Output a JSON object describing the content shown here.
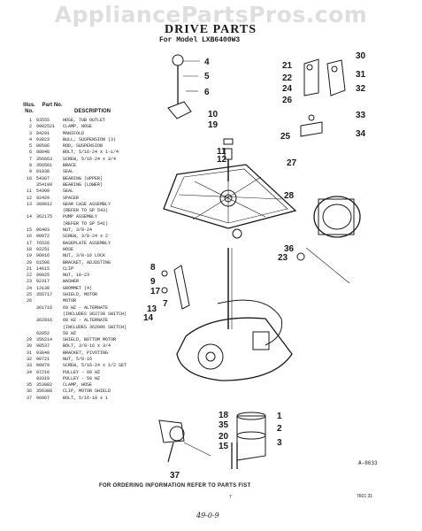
{
  "watermark": "AppliancePartsPros.com",
  "header": {
    "title": "DRIVE PARTS",
    "model": "For Model LXB6400W3"
  },
  "table": {
    "col_illus": "Illus. No.",
    "col_part": "Part No.",
    "col_desc": "DESCRIPTION",
    "rows": [
      {
        "no": "1",
        "part": "93555",
        "desc": "HOSE, TUB OUTLET"
      },
      {
        "no": "2",
        "part": "9902521",
        "desc": "CLAMP, HOSE"
      },
      {
        "no": "3",
        "part": "84291",
        "desc": "MANIFOLD"
      },
      {
        "no": "4",
        "part": "93023",
        "desc": "BULL, SUSPENSION (3)"
      },
      {
        "no": "5",
        "part": "80586",
        "desc": "ROD, SUSPENSION"
      },
      {
        "no": "6",
        "part": "98048",
        "desc": "BOLT, 5/16-24 x 1-1/4"
      },
      {
        "no": "7",
        "part": "356663",
        "desc": "SCREW, 5/16-24 x 3/4"
      },
      {
        "no": "8",
        "part": "356581",
        "desc": "BRACE"
      },
      {
        "no": "9",
        "part": "91938",
        "desc": "SEAL"
      },
      {
        "no": "10",
        "part": "54307",
        "desc": "BEARING (UPPER)"
      },
      {
        "no": "",
        "part": "354199",
        "desc": "BEARING (LOWER)"
      },
      {
        "no": "11",
        "part": "54309",
        "desc": "SEAL"
      },
      {
        "no": "12",
        "part": "92429",
        "desc": "SPACER"
      },
      {
        "no": "13",
        "part": "389012",
        "desc": "GEAR CASE ASSEMBLY"
      },
      {
        "no": "",
        "part": "",
        "desc": "(REFER TO SP 543)"
      },
      {
        "no": "14",
        "part": "362175",
        "desc": "PUMP ASSEMBLY"
      },
      {
        "no": "",
        "part": "",
        "desc": "(REFER TO SP 541)"
      },
      {
        "no": "15",
        "part": "96403",
        "desc": "NUT, 3/8-24"
      },
      {
        "no": "16",
        "part": "90872",
        "desc": "SCREW, 3/8-24 x 2"
      },
      {
        "no": "17",
        "part": "76526",
        "desc": "BASEPLATE ASSEMBLY"
      },
      {
        "no": "18",
        "part": "92251",
        "desc": "HOSE"
      },
      {
        "no": "19",
        "part": "96016",
        "desc": "NUT, 3/8-16 LOCK"
      },
      {
        "no": "20",
        "part": "61586",
        "desc": "BRACKET, ADJUSTING"
      },
      {
        "no": "21",
        "part": "14615",
        "desc": "CLIP"
      },
      {
        "no": "22",
        "part": "90025",
        "desc": "NUT, 10-23"
      },
      {
        "no": "23",
        "part": "92317",
        "desc": "WASHER"
      },
      {
        "no": "24",
        "part": "13138",
        "desc": "GROMMET (4)"
      },
      {
        "no": "25",
        "part": "356717",
        "desc": "SHIELD, MOTOR"
      },
      {
        "no": "26",
        "part": "",
        "desc": "MOTOR"
      },
      {
        "no": "",
        "part": "361716",
        "desc": "60 HZ - ALTERNATE"
      },
      {
        "no": "",
        "part": "",
        "desc": "(INCLUDES 362738 SWITCH)"
      },
      {
        "no": "",
        "part": "362016",
        "desc": "60 HZ - ALTERNATE"
      },
      {
        "no": "",
        "part": "",
        "desc": "(INCLUDES 362086 SWITCH)"
      },
      {
        "no": "",
        "part": "62052",
        "desc": "50 HZ"
      },
      {
        "no": "29",
        "part": "356214",
        "desc": "SHIELD, BOTTOM MOTOR"
      },
      {
        "no": "30",
        "part": "98537",
        "desc": "BOLT, 3/8-16 x 3/4"
      },
      {
        "no": "31",
        "part": "93848",
        "desc": "BRACKET, PIVOTING"
      },
      {
        "no": "32",
        "part": "90721",
        "desc": "NUT, 5/8-16"
      },
      {
        "no": "33",
        "part": "90879",
        "desc": "SCREW, 5/16-24 x 1/2 SET"
      },
      {
        "no": "34",
        "part": "97216",
        "desc": "PULLEY - 60 HZ"
      },
      {
        "no": "",
        "part": "93319",
        "desc": "PULLEY - 50 HZ"
      },
      {
        "no": "35",
        "part": "353082",
        "desc": "CLAMP, HOSE"
      },
      {
        "no": "36",
        "part": "356388",
        "desc": "CLIP, MOTOR SHIELD"
      },
      {
        "no": "37",
        "part": "96867",
        "desc": "BOLT, 5/16-18 x 1"
      }
    ]
  },
  "callouts": [
    "4",
    "5",
    "6",
    "10",
    "19",
    "11",
    "12",
    "8",
    "9",
    "17",
    "7",
    "13",
    "14",
    "18",
    "35",
    "20",
    "15",
    "37",
    "1",
    "2",
    "3",
    "21",
    "22",
    "24",
    "26",
    "25",
    "27",
    "28",
    "36",
    "23",
    "30",
    "31",
    "32",
    "33",
    "34"
  ],
  "drawing_number": "A-8633",
  "footer": "FOR ORDERING INFORMATION REFER TO PARTS FIST",
  "page_number": "7",
  "code": "7601 31",
  "hand_note": "49-0-9"
}
